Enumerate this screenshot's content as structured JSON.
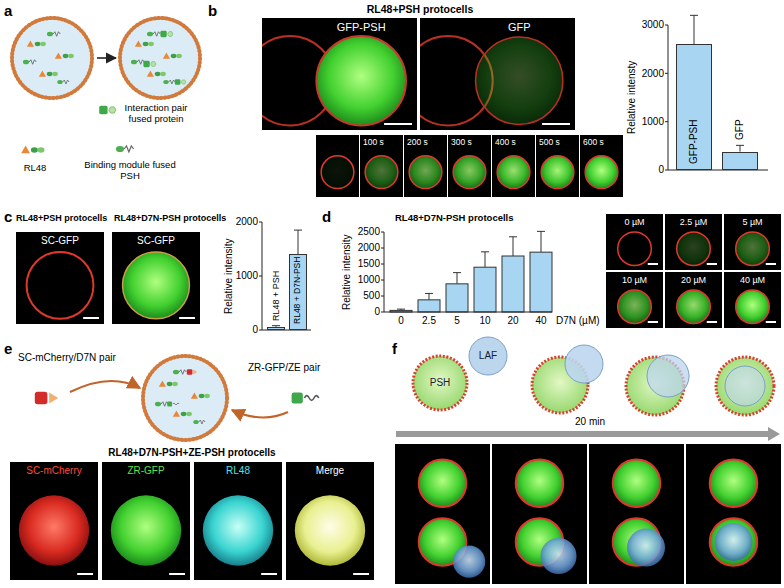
{
  "diagram": {
    "nodes": [
      {
        "text": [
          "GFP-PSH"
        ]
      },
      {
        "text": [
          "GFP"
        ]
      },
      {
        "text": [
          "GFP-PSH"
        ]
      },
      {
        "text": [
          "GFP"
        ]
      },
      {
        "text": [
          "100 s"
        ]
      },
      {
        "text": [
          "200 s"
        ]
      },
      {
        "text": [
          "300 s"
        ]
      },
      {
        "text": [
          "400 s"
        ]
      },
      {
        "text": [
          "500 s"
        ]
      },
      {
        "text": [
          "600 s"
        ]
      },
      {
        "text": [
          "SC-GFP"
        ]
      },
      {
        "text": [
          "SC-GFP"
        ]
      },
      {
        "text": [
          "RL48 + PSH"
        ]
      },
      {
        "text": [
          "RL48 + D7N-PSH"
        ]
      },
      {
        "text": [
          "0 µM"
        ]
      },
      {
        "text": [
          "2.5 µM"
        ]
      },
      {
        "text": [
          "5 µM"
        ]
      },
      {
        "text": [
          "10 µM"
        ]
      },
      {
        "text": [
          "20 µM"
        ]
      },
      {
        "text": [
          "40 µM"
        ]
      },
      {
        "text": [
          "SC-mCherry"
        ]
      },
      {
        "text": [
          "ZR-GFP"
        ]
      },
      {
        "text": [
          "RL48"
        ]
      },
      {
        "text": [
          "Merge"
        ]
      },
      {
        "text": [
          "PSH"
        ]
      },
      {
        "text": [
          "LAF"
        ]
      }
    ],
    "labels": [
      "a",
      "Interaction pair fused protein",
      "RL48",
      "Binding module fused PSH",
      "b",
      "RL48+PSH protocells",
      "Relative intensty",
      "0",
      "1000",
      "2000",
      "3000",
      "c",
      "RL48+PSH protocells",
      "RL48+D7N-PSH protocells",
      "Relative intensity",
      "0",
      "1000",
      "2000",
      "d",
      "RL48+D7N-PSH protocells",
      "Relative intensity",
      "0",
      "500",
      "1000",
      "1500",
      "2000",
      "2500",
      "0",
      "2.5",
      "5",
      "10",
      "20",
      "40",
      "D7N (µM)",
      "e",
      "SC-mCherry/D7N pair",
      "ZR-GFP/ZE pair",
      "RL48+D7N-PSH+ZE-PSH protocells",
      "f",
      "20 min"
    ]
  }
}
